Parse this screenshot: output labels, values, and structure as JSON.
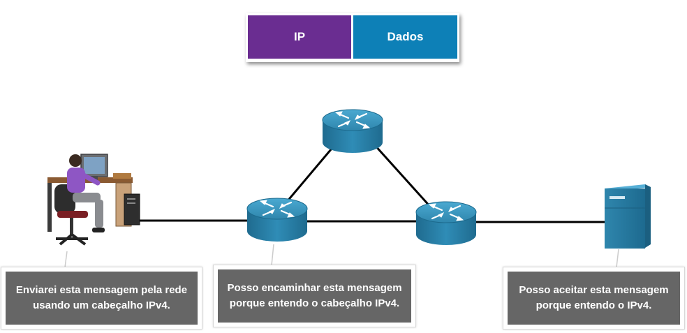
{
  "packet": {
    "header_label": "IP",
    "data_label": "Dados",
    "header_color": "#6a2d91",
    "data_color": "#0d80b7"
  },
  "devices": [
    {
      "id": "pc",
      "icon": "workstation-user-icon"
    },
    {
      "id": "router-left",
      "icon": "router-icon"
    },
    {
      "id": "router-top",
      "icon": "router-icon"
    },
    {
      "id": "router-right",
      "icon": "router-icon"
    },
    {
      "id": "server",
      "icon": "server-icon"
    }
  ],
  "callouts": {
    "sender": "Enviarei esta mensagem pela rede usando um cabeçalho IPv4.",
    "router": "Posso encaminhar esta mensagem porque entendo o cabeçalho IPv4.",
    "receiver": "Posso aceitar esta mensagem porque entendo o IPv4."
  },
  "colors": {
    "router_blue": "#2e8fb8",
    "callout_bg": "#666666",
    "link": "#000000"
  }
}
